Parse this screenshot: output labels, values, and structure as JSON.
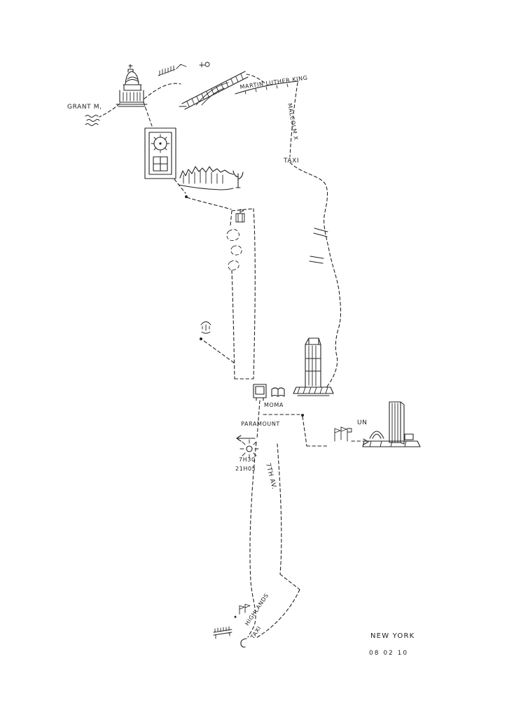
{
  "map": {
    "title": "NEW YORK",
    "date": "08 02 10",
    "labels": {
      "grant": "GRANT M,",
      "martin_luther_king": "MARTIN LUTHER KING",
      "malcolm_x": "MALCOLM X",
      "taxi_uptown": "TAXI",
      "moma": "MOMA",
      "paramount": "PARAMOUNT",
      "showtime_1": "7H30",
      "showtime_2": "21H05",
      "seventh_ave": "7TH AV.",
      "un": "UN",
      "highlands": "HIGHLANDS",
      "taxi_downtown": "TAXI"
    },
    "style": {
      "ink": "#222222",
      "paper": "#ffffff"
    },
    "icons": [
      "grants-tomb",
      "river-water",
      "hillside-hatch",
      "cross-circle",
      "bridge",
      "courtyard-building",
      "ruins",
      "tree",
      "park-outline",
      "pond",
      "park-structure",
      "fountain",
      "railway-crossing",
      "skyscraper",
      "monitor",
      "open-book",
      "sun",
      "left-arrow",
      "right-arrow",
      "flags",
      "un-building",
      "walking-figures",
      "bench",
      "end-curl"
    ]
  }
}
